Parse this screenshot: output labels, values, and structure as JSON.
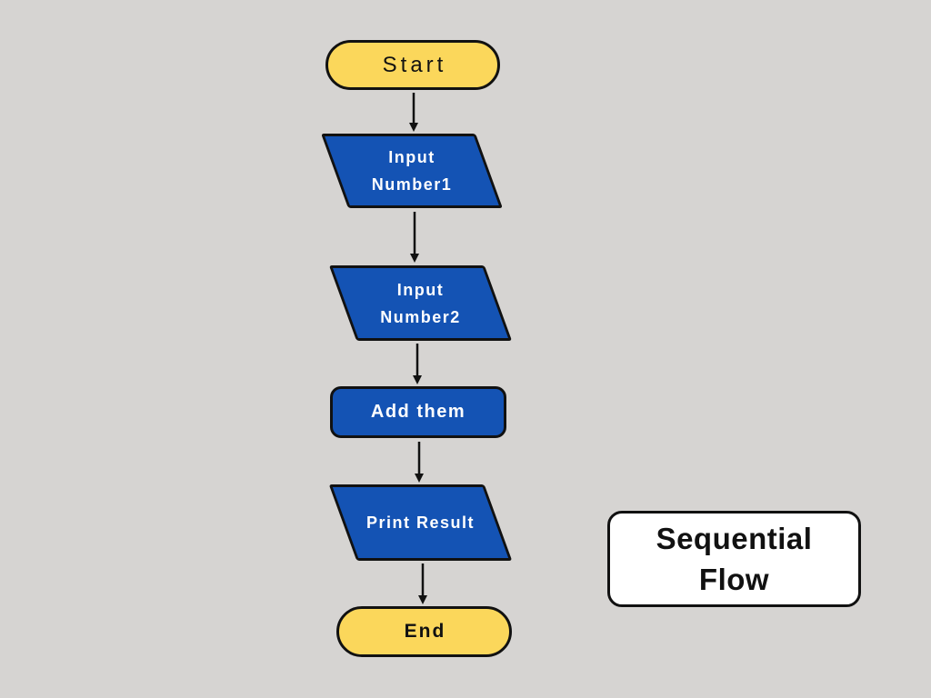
{
  "colors": {
    "background": "#d6d4d2",
    "node_blue": "#1453b4",
    "node_yellow": "#fbd75b",
    "stroke": "#111111",
    "card_bg": "#ffffff",
    "text_on_blue": "#ffffff",
    "text_dark": "#111111"
  },
  "nodes": {
    "start": {
      "type": "terminator",
      "label": "Start"
    },
    "input_number1": {
      "type": "io",
      "line1": "Input",
      "line2": "Number1"
    },
    "input_number2": {
      "type": "io",
      "line1": "Input",
      "line2": "Number2"
    },
    "add_them": {
      "type": "process",
      "label": "Add them"
    },
    "print_result": {
      "type": "io",
      "label": "Print Result"
    },
    "end": {
      "type": "terminator",
      "label": "End"
    }
  },
  "caption": {
    "line1": "Sequential",
    "line2": "Flow"
  }
}
